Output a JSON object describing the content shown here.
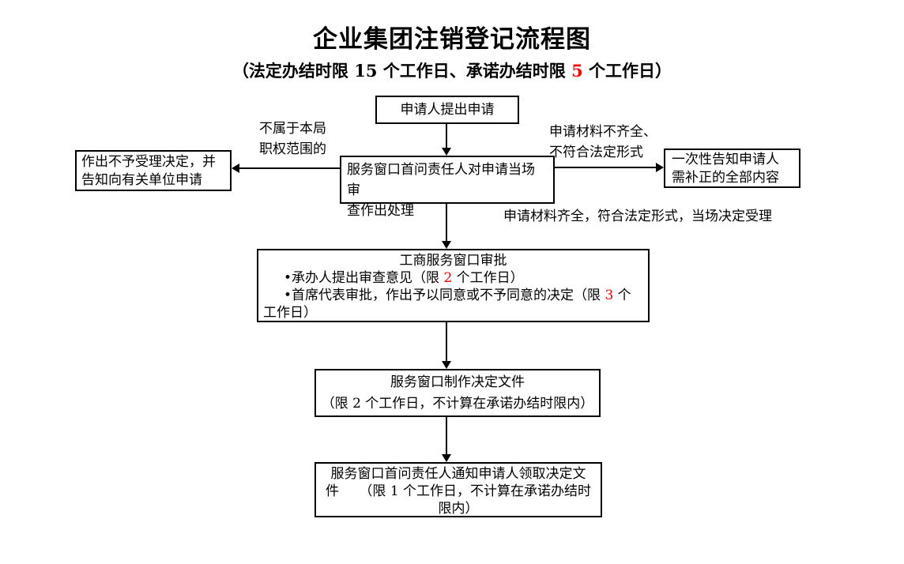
{
  "colors": {
    "highlight_red": "#ff0000",
    "line_black": "#000000",
    "background": "#ffffff"
  },
  "header": {
    "title": "企业集团注销登记流程图",
    "subtitle_p1": "（法定办结时限 ",
    "statutory_days": "15",
    "subtitle_p2": " 个工作日、承诺办结时限 ",
    "promised_days": "5",
    "subtitle_p3": " 个工作日）"
  },
  "nodes": {
    "apply": {
      "label": "申请人提出申请"
    },
    "review": {
      "line1": "服务窗口首问责任人对申请当场审",
      "line2": "查作出处理"
    },
    "reject": {
      "line1": "作出不予受理决定，并",
      "line2": "告知向有关单位申请"
    },
    "notice": {
      "line1": "一次性告知申请人",
      "line2": "需补正的全部内容"
    },
    "approval": {
      "title": "工商服务窗口审批",
      "bullet1_pre": "•承办人提出审查意见（限 ",
      "bullet1_days": "2",
      "bullet1_post": " 个工作日）",
      "bullet2_pre": "•首席代表审批，作出予以同意或不予同意的决定（限 ",
      "bullet2_days": "3",
      "bullet2_post": " 个",
      "bullet2_wrap": "工作日）"
    },
    "make_doc": {
      "line1": "服务窗口制作决定文件",
      "line2": "（限 2 个工作日，不计算在承诺办结时限内）"
    },
    "notify": {
      "line1": "服务窗口首问责任人通知申请人领取决定文",
      "line2": "件　　（限 1 个工作日，不计算在承诺办结时",
      "line3": "限内）"
    }
  },
  "edge_labels": {
    "not_jurisdiction_line1": "不属于本局",
    "not_jurisdiction_line2": "职权范围的",
    "incomplete_line1": "申请材料不齐全、",
    "incomplete_line2": "不符合法定形式",
    "accepted": "申请材料齐全，符合法定形式，当场决定受理"
  }
}
